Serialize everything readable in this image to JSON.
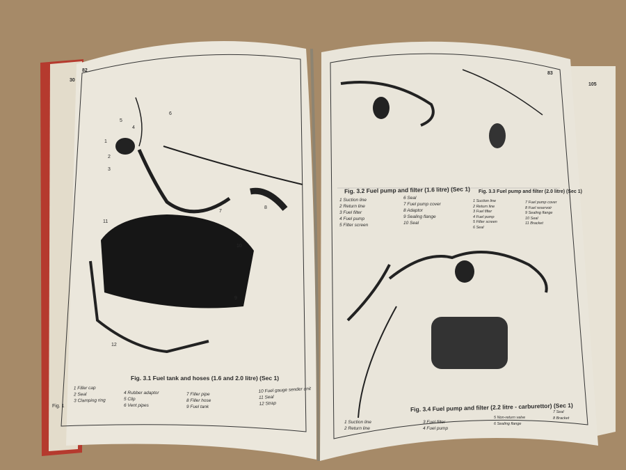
{
  "colors": {
    "table": "#a68a68",
    "cover": "#b53a2e",
    "page": "#ebe7dc",
    "ink": "#2a2a2a"
  },
  "left_page": {
    "page_number": "82",
    "under_page_number": "30",
    "under_page_fig": "Fig. 1",
    "figure": {
      "caption": "Fig. 3.1 Fuel tank and hoses (1.6 and 2.0 litre) (Sec 1)",
      "legend": [
        "1  Filler cap",
        "2  Seal",
        "3  Clamping ring",
        "4  Rubber adaptor",
        "5  Clip",
        "6  Vent pipes",
        "7  Filler pipe",
        "8  Filler hose",
        "9  Fuel tank",
        "10  Fuel gauge sender unit",
        "11  Seal",
        "12  Strap"
      ],
      "callouts": [
        "1",
        "2",
        "3",
        "4",
        "5",
        "6",
        "7",
        "8",
        "9",
        "10",
        "11",
        "12"
      ]
    }
  },
  "right_page": {
    "page_number": "83",
    "under_page_number": "105",
    "fig2": {
      "caption": "Fig. 3.2 Fuel pump and filter (1.6 litre) (Sec 1)",
      "legend": [
        "1  Suction line",
        "2  Return line",
        "3  Fuel filter",
        "4  Fuel pump",
        "5  Filter screen",
        "6  Seal",
        "7  Fuel pump cover",
        "8  Adaptor",
        "9  Sealing flange",
        "10  Seal"
      ]
    },
    "fig3": {
      "caption": "Fig. 3.3 Fuel pump and filter (2.0 litre) (Sec 1)",
      "legend": [
        "1  Suction line",
        "2  Return line",
        "3  Fuel filter",
        "4  Fuel pump",
        "5  Filter screen",
        "6  Seal",
        "7  Fuel pump cover",
        "8  Fuel reservoir",
        "9  Sealing flange",
        "10  Seal",
        "11  Bracket"
      ]
    },
    "fig4": {
      "caption": "Fig. 3.4 Fuel pump and filter (2.2 litre - carburettor) (Sec 1)",
      "legend": [
        "1  Suction line",
        "2  Return line",
        "3  Fuel filter",
        "4  Fuel pump",
        "5  Non-return valve",
        "6  Sealing flange",
        "7  Seal",
        "8  Bracket"
      ]
    }
  }
}
